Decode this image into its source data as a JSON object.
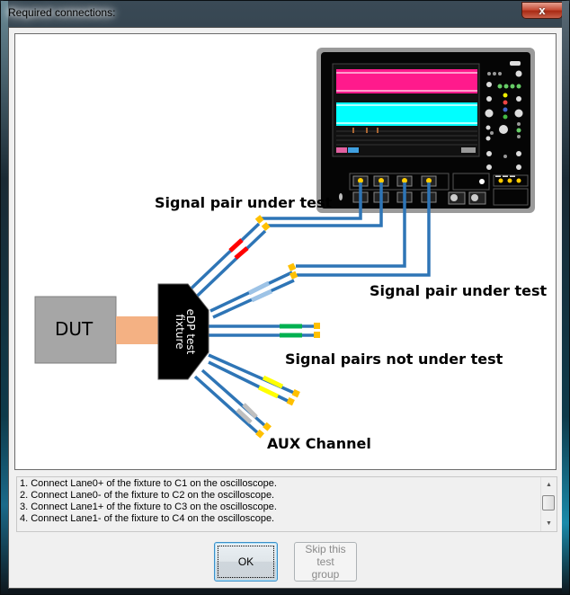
{
  "window": {
    "title": "Required connections:",
    "close_glyph": "x"
  },
  "diagram": {
    "dut_label": "DUT",
    "fixture_label_line1": "eDP test",
    "fixture_label_line2": "fixture",
    "labels": {
      "signal_pair_top": "Signal pair under test",
      "signal_pair_right": "Signal pair under test",
      "signal_pairs_not": "Signal pairs not under test",
      "aux_channel": "AUX Channel"
    },
    "colors": {
      "cable": "#2e75b6",
      "connector": "#ffc000",
      "lane0_band": "#ff0000",
      "lane1_band": "#9dc3e6",
      "lane2_band": "#00b050",
      "lane3_band": "#ffff00",
      "aux_band": "#bfbfbf",
      "dut_fill": "#a6a6a6",
      "ribbon": "#f4b183",
      "scope_trace1": "#ff1493",
      "scope_trace2": "#00ffff"
    }
  },
  "instructions": [
    "1.  Connect Lane0+ of the fixture to C1 on the oscilloscope.",
    "2.  Connect Lane0- of the fixture to C2 on the oscilloscope.",
    "3.  Connect Lane1+  of the fixture to C3 on the oscilloscope.",
    "4.  Connect Lane1- of the fixture to C4 on the oscilloscope."
  ],
  "scrollbar": {
    "up_glyph": "▲",
    "down_glyph": "▼"
  },
  "buttons": {
    "ok": "OK",
    "skip_line1": "Skip this test",
    "skip_line2": "group"
  }
}
